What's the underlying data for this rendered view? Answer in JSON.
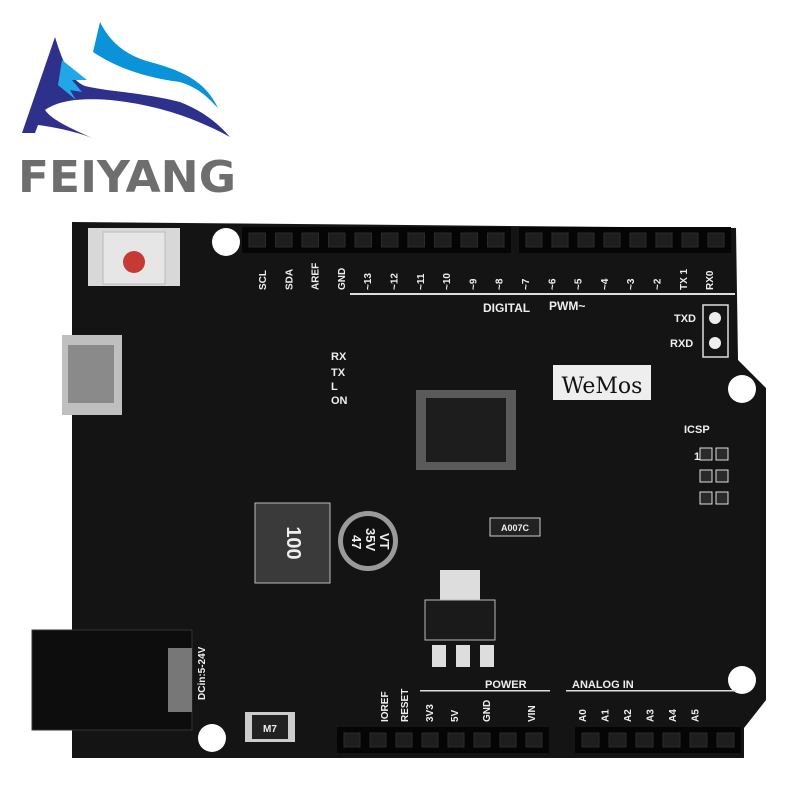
{
  "logo": {
    "brand_text": "FEIYANG",
    "colors": {
      "dark_blue": "#2e318c",
      "light_blue": "#0a93d8",
      "text_gray": "#6e6e6e"
    }
  },
  "board": {
    "color": "#141414",
    "silkscreen_color": "#eeeeee",
    "top_pin_labels": [
      "SCL",
      "SDA",
      "AREF",
      "GND",
      "~13",
      "~12",
      "~11",
      "~10",
      "~9",
      "~8",
      "~7",
      "~6",
      "~5",
      "~4",
      "~3",
      "~2",
      "TX 1",
      "RX0"
    ],
    "digital_label": "DIGITAL",
    "pwm_label": "PWM~",
    "txd_label": "TXD",
    "rxd_label": "RXD",
    "led_labels": [
      "RX",
      "TX",
      "L",
      "ON"
    ],
    "wemos_logo": "WeMos",
    "icsp_label": "ICSP",
    "icsp_pin1": "1",
    "dc_label": "DCin:5-24V",
    "power_label": "POWER",
    "analog_label": "ANALOG IN",
    "power_pin_labels": [
      "IOREF",
      "RESET",
      "3V3",
      "5V",
      "GND",
      "VIN"
    ],
    "analog_pin_labels": [
      "A0",
      "A1",
      "A2",
      "A3",
      "A4",
      "A5"
    ],
    "capacitor_text": [
      "47",
      "35V",
      "VT"
    ],
    "inductor_text": "100",
    "crystal_text": "A007C",
    "diode_text": "M7"
  }
}
